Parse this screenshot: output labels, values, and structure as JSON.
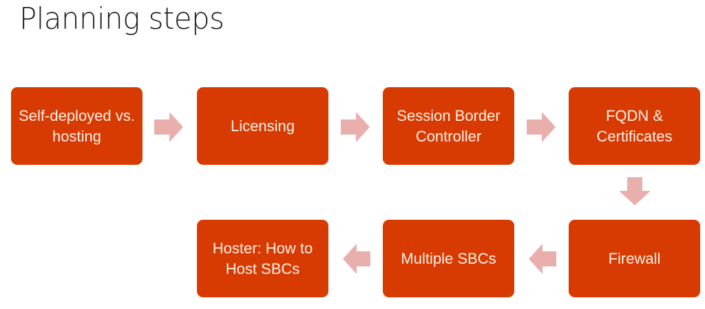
{
  "title": "Planning steps",
  "colors": {
    "box_fill": "#D83B01",
    "box_text": "#FDF1EA",
    "arrow_fill": "#E8AFAD",
    "title_text": "#1E1E1E"
  },
  "steps": [
    {
      "label": "Self-deployed vs. hosting"
    },
    {
      "label": "Licensing"
    },
    {
      "label": "Session Border Controller"
    },
    {
      "label": "FQDN & Certificates"
    },
    {
      "label": "Firewall"
    },
    {
      "label": "Multiple SBCs"
    },
    {
      "label": "Hoster: How to Host SBCs"
    }
  ],
  "arrows": [
    {
      "from": 0,
      "to": 1,
      "direction": "right"
    },
    {
      "from": 1,
      "to": 2,
      "direction": "right"
    },
    {
      "from": 2,
      "to": 3,
      "direction": "right"
    },
    {
      "from": 3,
      "to": 4,
      "direction": "down"
    },
    {
      "from": 4,
      "to": 5,
      "direction": "left"
    },
    {
      "from": 5,
      "to": 6,
      "direction": "left"
    }
  ]
}
